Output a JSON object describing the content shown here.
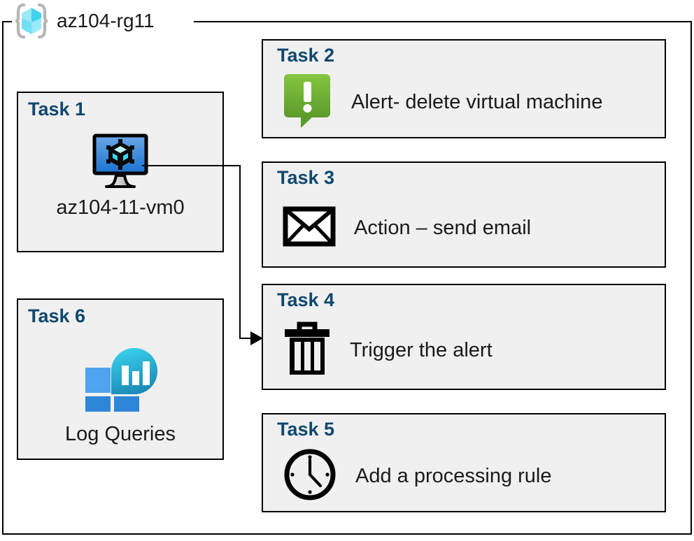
{
  "resource_group": {
    "name": "az104-rg11",
    "icon": "azure-resource-group-icon",
    "border_color": "#000000"
  },
  "theme": {
    "card_background": "#f0f0f0",
    "card_border": "#000000",
    "heading_color": "#10486f",
    "label_color": "#1a1a1a",
    "alert_green_top": "#7dc243",
    "alert_green_bottom": "#5e9e2e",
    "vm_blue_top": "#5b9be0",
    "vm_blue_bottom": "#1b72d0",
    "log_blue_light": "#4c9fec",
    "log_blue_dark": "#2e86d8",
    "log_cyan_top": "#32c8e8",
    "log_cyan_bottom": "#1d8cb8"
  },
  "tasks": [
    {
      "id": "task1",
      "heading": "Task 1",
      "label": "az104-11-vm0",
      "icon": "virtual-machine-icon"
    },
    {
      "id": "task2",
      "heading": "Task 2",
      "label": "Alert- delete virtual machine",
      "icon": "alert-bubble-icon"
    },
    {
      "id": "task3",
      "heading": "Task 3",
      "label": "Action – send email",
      "icon": "envelope-icon"
    },
    {
      "id": "task4",
      "heading": "Task 4",
      "label": "Trigger the alert",
      "icon": "trash-icon"
    },
    {
      "id": "task5",
      "heading": "Task 5",
      "label": "Add a processing rule",
      "icon": "clock-icon"
    },
    {
      "id": "task6",
      "heading": "Task 6",
      "label": "Log Queries",
      "icon": "log-analytics-icon"
    }
  ],
  "connector": {
    "from": "task1-virtual-machine-icon",
    "to": "task4",
    "style": "elbow-arrow"
  }
}
